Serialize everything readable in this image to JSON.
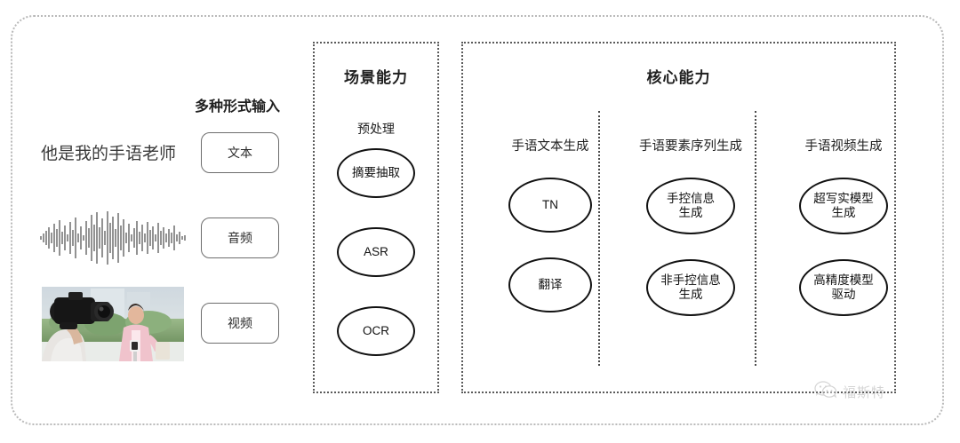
{
  "frame": {
    "border_color": "#b9b9b9"
  },
  "input_section": {
    "heading": "多种形式输入",
    "sample_text": "他是我的手语老师",
    "waveform_icon": "audio-waveform",
    "video_thumbnail_icon": "video-thumbnail",
    "buttons": [
      {
        "label": "文本",
        "name": "text"
      },
      {
        "label": "音频",
        "name": "audio"
      },
      {
        "label": "视频",
        "name": "video"
      }
    ]
  },
  "scene_panel": {
    "title": "场景能力",
    "subtitle": "预处理",
    "nodes": [
      {
        "label": "摘要抽取"
      },
      {
        "label": "ASR"
      },
      {
        "label": "OCR"
      }
    ]
  },
  "core_panel": {
    "title": "核心能力",
    "columns": [
      {
        "label": "手语文本生成",
        "nodes": [
          {
            "line1": "TN",
            "line2": ""
          },
          {
            "line1": "翻译",
            "line2": ""
          }
        ]
      },
      {
        "label": "手语要素序列生成",
        "nodes": [
          {
            "line1": "手控信息",
            "line2": "生成"
          },
          {
            "line1": "非手控信息",
            "line2": "生成"
          }
        ]
      },
      {
        "label": "手语视频生成",
        "nodes": [
          {
            "line1": "超写实模型",
            "line2": "生成"
          },
          {
            "line1": "高精度模型",
            "line2": "驱动"
          }
        ]
      }
    ]
  },
  "watermark": {
    "icon": "wechat-icon",
    "text": "福斯特",
    "color": "#9a9a9a"
  }
}
